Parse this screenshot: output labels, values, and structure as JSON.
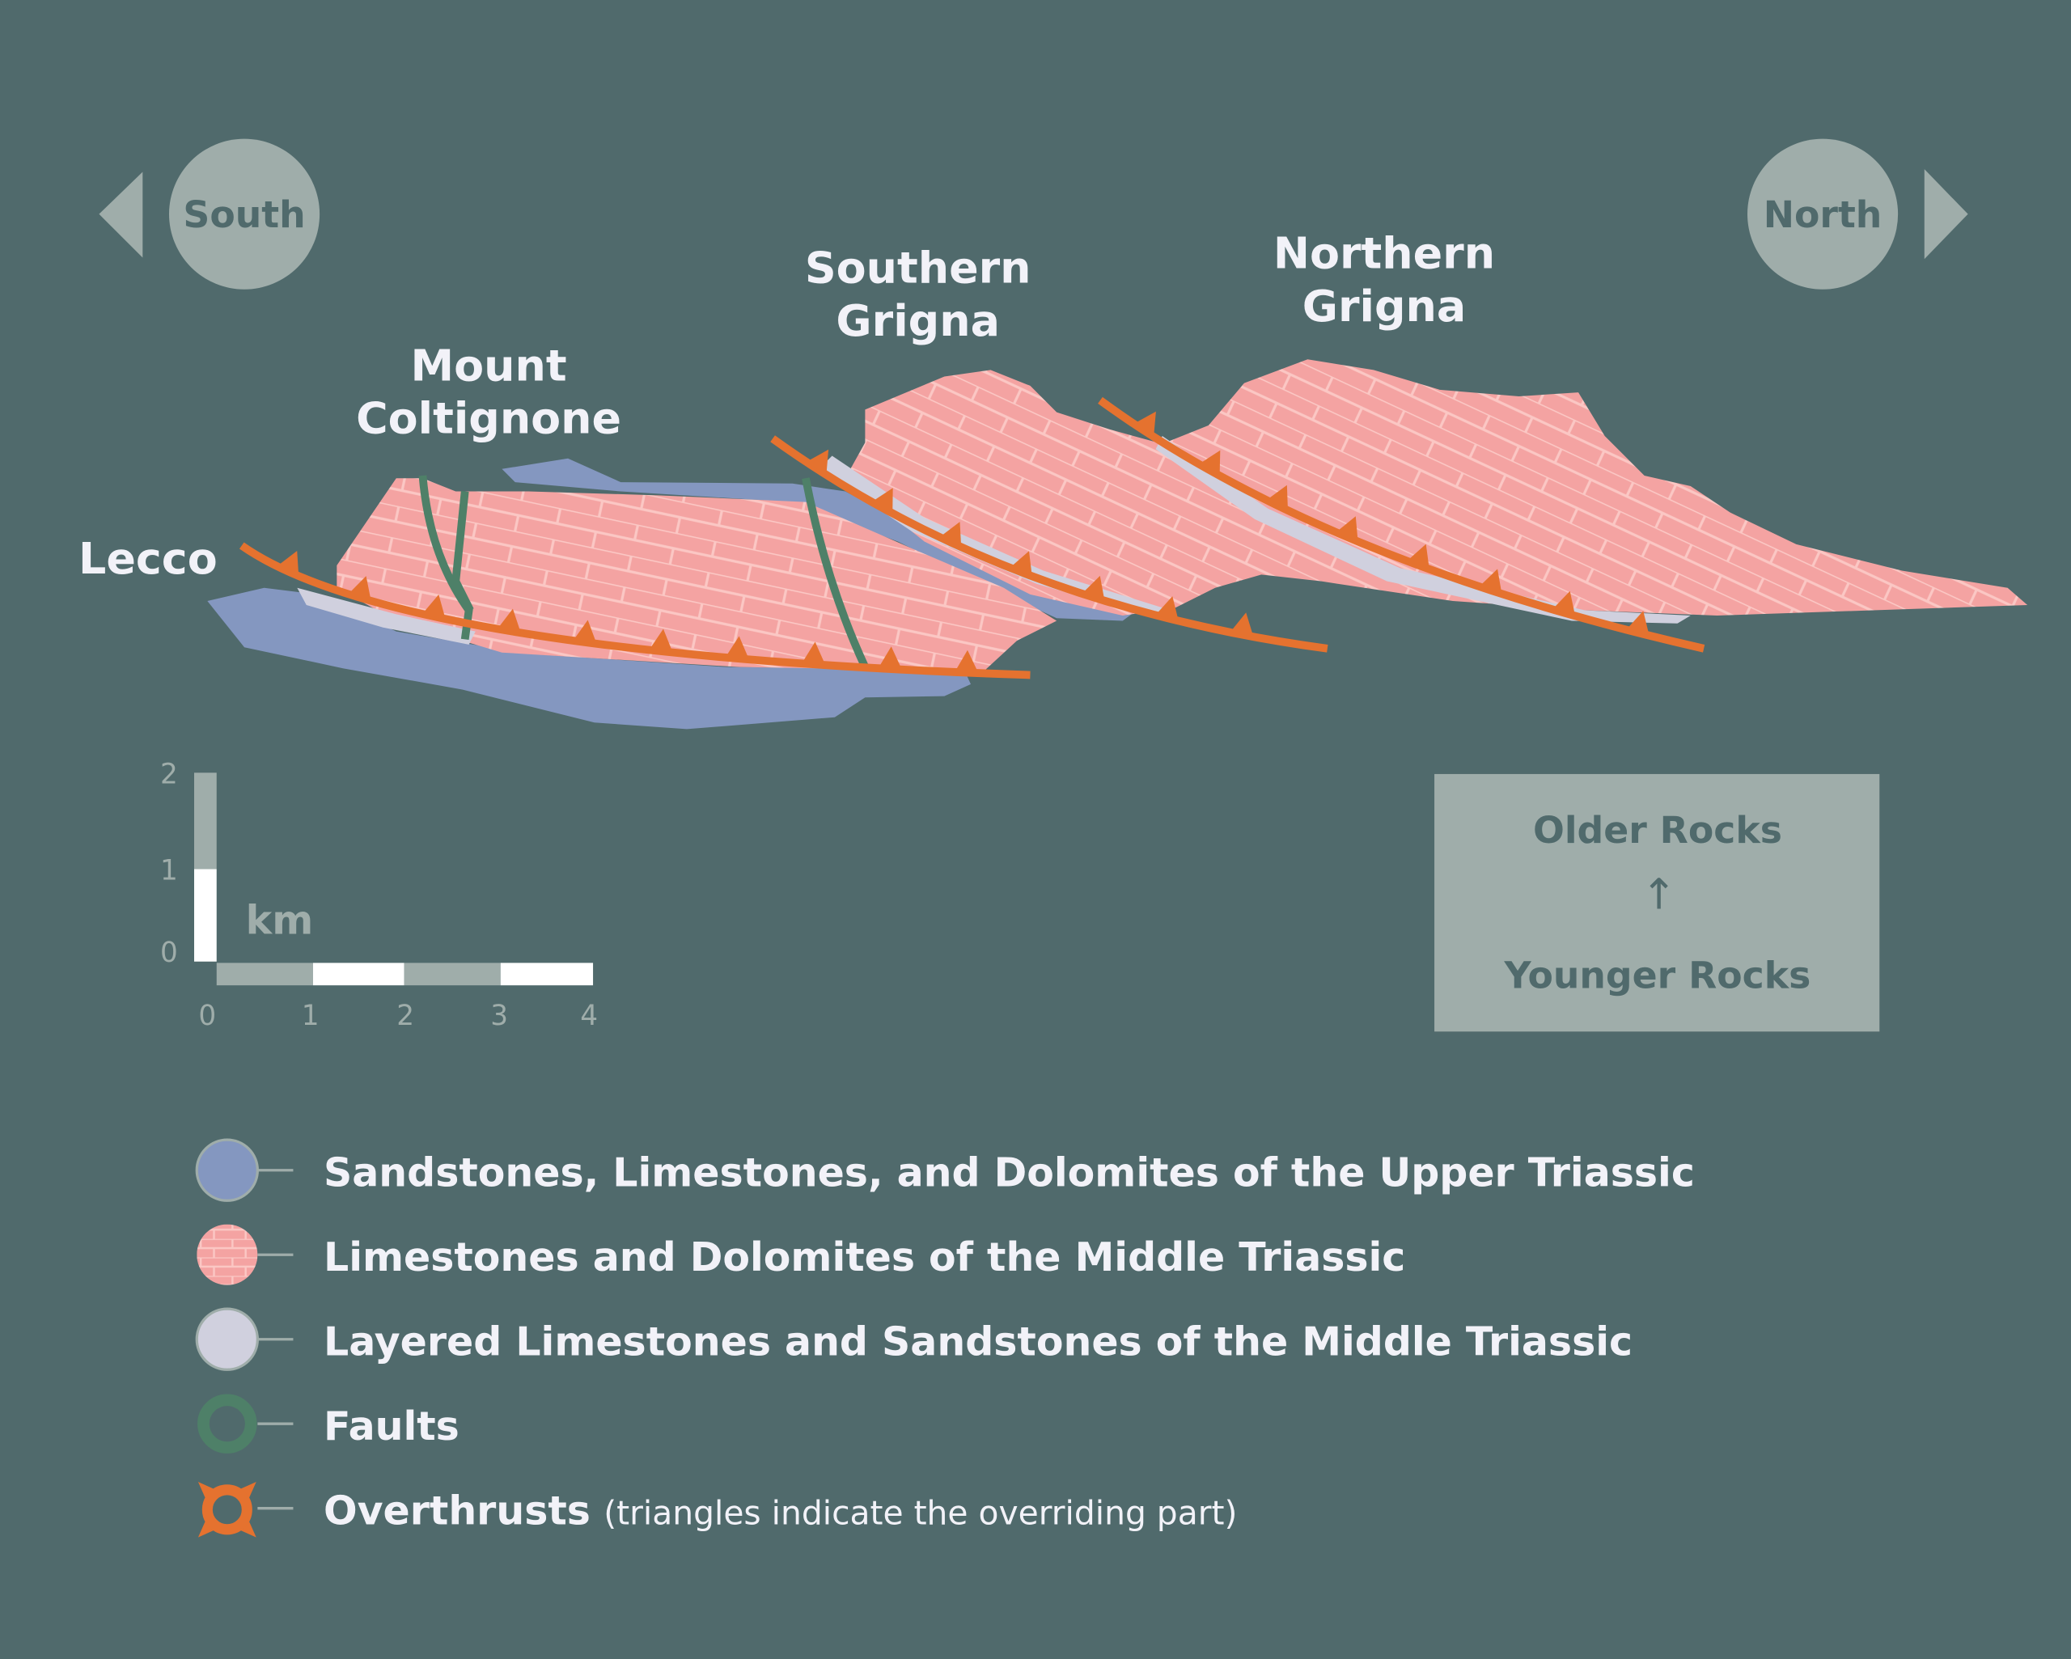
{
  "title_labels": {
    "lecco": "Lecco",
    "mount_coltignone": [
      "Mount",
      "Coltignone"
    ],
    "southern_grigna": [
      "Southern",
      "Grigna"
    ],
    "northern_grigna": [
      "Northern",
      "Grigna"
    ]
  },
  "compass": {
    "south": "South",
    "north": "North"
  },
  "scale": {
    "unit": "km",
    "vertical_ticks": [
      "0",
      "1",
      "2"
    ],
    "horizontal_ticks": [
      "0",
      "1",
      "2",
      "3",
      "4"
    ]
  },
  "age_box": {
    "top": "Older Rocks",
    "arrow": "↑",
    "bottom": "Younger Rocks"
  },
  "legend": [
    {
      "label": "Sandstones, Limestones, and Dolomites of the Upper Triassic",
      "color": "#8497c0"
    },
    {
      "label": "Limestones and Dolomites of the Middle Triassic",
      "color": "#f4a3a2"
    },
    {
      "label": "Layered Limestones and Sandstones of the Middle Triassic",
      "color": "#d0d0de"
    },
    {
      "label": "Faults",
      "color": "#4e8068"
    },
    {
      "label": "Overthrusts",
      "note": "(triangles indicate the overriding part)",
      "color": "#e5722f"
    }
  ]
}
